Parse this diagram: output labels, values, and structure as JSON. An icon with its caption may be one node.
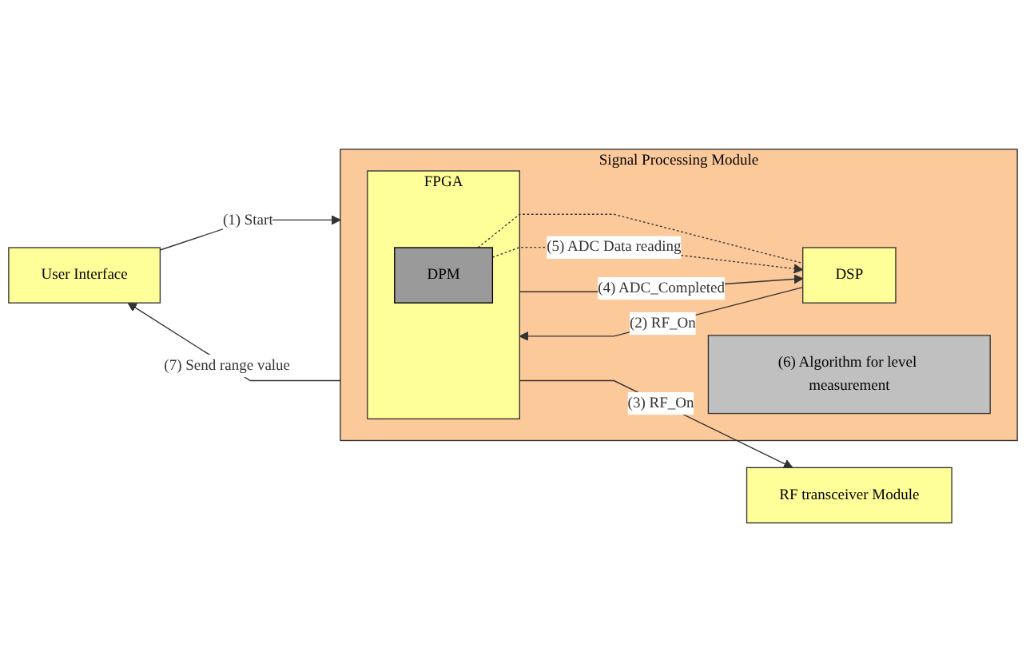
{
  "diagram": {
    "nodes": [
      {
        "text": [
          "User Interface"
        ]
      },
      {
        "text": [
          "Signal Processing Module"
        ]
      },
      {
        "text": [
          "DSP"
        ],
        "in": 1
      },
      {
        "text": [
          "FPGA"
        ],
        "in": 1
      },
      {
        "text": [
          "DPM"
        ],
        "in": 3
      },
      {
        "text": [
          "(6) Algorithm for level measurement"
        ],
        "in": 1
      },
      {
        "text": [
          "RF transceiver Module"
        ]
      }
    ],
    "edges": [
      {
        "from": 0,
        "to": 1,
        "arrow": "to",
        "label": "(1) Start"
      },
      {
        "from": 2,
        "to": 3,
        "arrow": "to",
        "label": "(2) RF_On"
      },
      {
        "from": 3,
        "to": 6,
        "arrow": "to",
        "label": "(3) RF_On"
      },
      {
        "from": 3,
        "to": 2,
        "arrow": "to",
        "label": "(4) ADC_Completed"
      },
      {
        "from": 4,
        "to": 2,
        "arrow": "none",
        "style": "dashed"
      },
      {
        "from": 4,
        "to": 2,
        "arrow": "to",
        "style": "dashed",
        "label": "(5) ADC Data reading"
      },
      {
        "from": 1,
        "to": 0,
        "arrow": "to",
        "label": "(7) Send range value"
      }
    ]
  }
}
